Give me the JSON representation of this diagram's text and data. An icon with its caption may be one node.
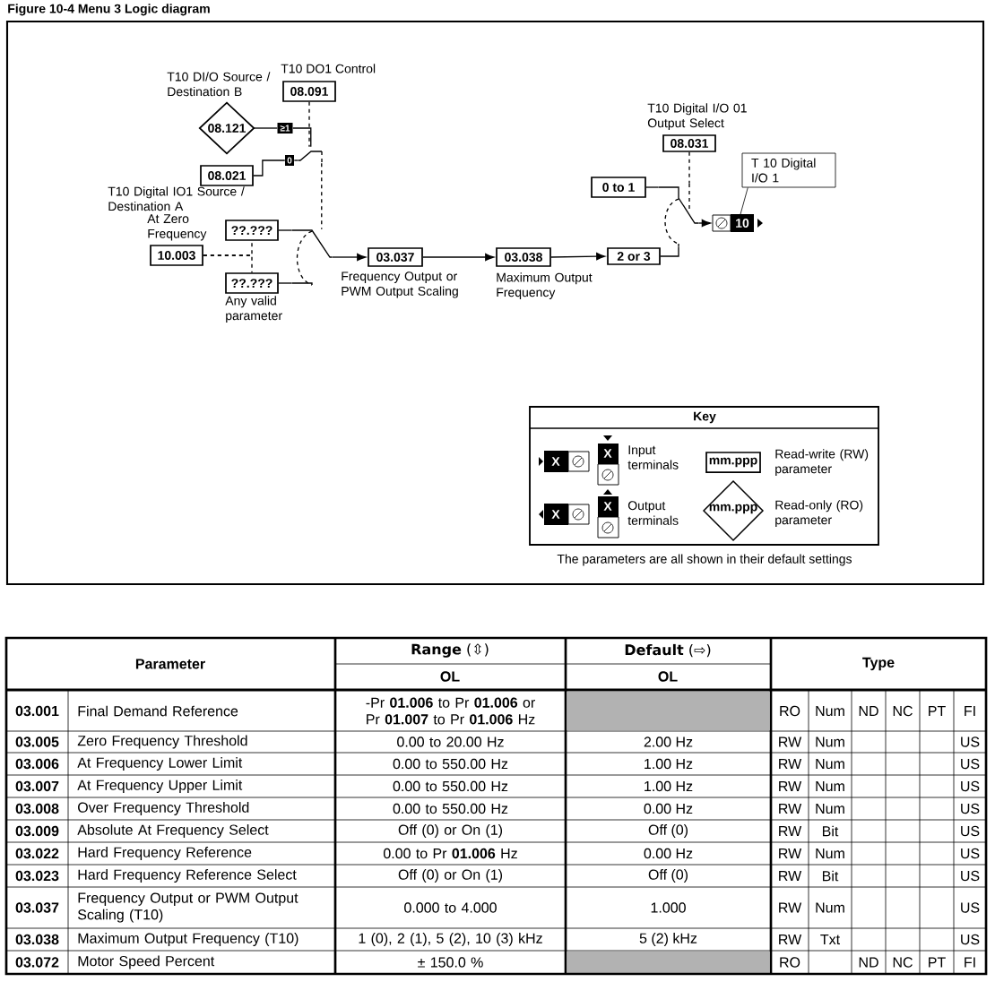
{
  "diagram": {
    "title": "Figure 10-4 Menu 3 Logic diagram",
    "nodes": [
      {
        "text": [
          "T10 DO1 Control",
          "08.091"
        ]
      },
      {
        "text": [
          "T10 DI/O Source / Destination B",
          "08.121"
        ]
      },
      {
        "text": [
          "≥1"
        ]
      },
      {
        "text": [
          "0"
        ]
      },
      {
        "text": [
          "08.021",
          "T10 Digital IO1 Source / Destination A"
        ]
      },
      {
        "text": [
          "??.???"
        ]
      },
      {
        "text": [
          "At Zero Frequency",
          "10.003"
        ]
      },
      {
        "text": [
          "??.???",
          "Any valid parameter"
        ]
      },
      {
        "text": [
          "03.037",
          "Frequency Output or PWM Output Scaling"
        ]
      },
      {
        "text": [
          "03.038",
          "Maximum Output Frequency"
        ]
      },
      {
        "text": [
          "2 or 3"
        ]
      },
      {
        "text": [
          "0 to 1"
        ]
      },
      {
        "text": [
          "T10 Digital I/O 01 Output Select",
          "08.031"
        ]
      },
      {
        "text": [
          "10"
        ]
      },
      {
        "text": [
          "T 10 Digital I/O 1"
        ]
      },
      {
        "text": [],
        "shape": "switch"
      },
      {
        "text": [],
        "shape": "switch"
      },
      {
        "text": [],
        "shape": "switch"
      }
    ],
    "edges": [
      {
        "from": 1,
        "to": 2,
        "arrow": "none"
      },
      {
        "from": 4,
        "to": 3,
        "arrow": "none"
      },
      {
        "from": 0,
        "to": 15,
        "arrow": "none",
        "style": "dashed"
      },
      {
        "from": 2,
        "to": 15,
        "arrow": "none"
      },
      {
        "from": 3,
        "to": 15,
        "arrow": "none"
      },
      {
        "from": 15,
        "to": 16,
        "arrow": "none",
        "style": "dashed"
      },
      {
        "from": 5,
        "to": 16,
        "arrow": "none"
      },
      {
        "from": 7,
        "to": 16,
        "arrow": "none"
      },
      {
        "from": 6,
        "to": 5,
        "arrow": "none",
        "style": "dashed"
      },
      {
        "from": 6,
        "to": 7,
        "arrow": "none",
        "style": "dashed"
      },
      {
        "from": 16,
        "to": 8,
        "arrow": "to"
      },
      {
        "from": 8,
        "to": 9,
        "arrow": "to"
      },
      {
        "from": 9,
        "to": 10,
        "arrow": "to"
      },
      {
        "from": 10,
        "to": 17,
        "arrow": "none"
      },
      {
        "from": 11,
        "to": 17,
        "arrow": "none"
      },
      {
        "from": 12,
        "to": 17,
        "arrow": "none",
        "style": "dashed"
      },
      {
        "from": 17,
        "to": 13,
        "arrow": "to"
      },
      {
        "from": 14,
        "to": 13,
        "arrow": "none"
      }
    ],
    "labels": [
      "Key",
      "X",
      "X",
      "mm.ppp",
      "X",
      "X",
      "mm.ppp",
      "The parameters are all shown in their default settings",
      "Parameter",
      "**Range** (⇳)",
      "**Default** (⇨)",
      "Type",
      "OL",
      "OL",
      "03.001",
      "Final Demand Reference",
      "-Pr **01.006** to Pr **01.006** or Pr **01.007** to Pr **01.006** Hz",
      "RO",
      "Num",
      "ND",
      "NC",
      "PT",
      "FI",
      "03.005",
      "Zero Frequency Threshold",
      "0.00 to 20.00 Hz",
      "2.00 Hz",
      "RW",
      "Num",
      "US",
      "03.006",
      "At Frequency Lower Limit",
      "0.00 to 550.00 Hz",
      "1.00 Hz",
      "RW",
      "Num",
      "US",
      "03.007",
      "At Frequency Upper Limit",
      "0.00 to 550.00 Hz",
      "1.00 Hz",
      "RW",
      "Num",
      "US",
      "03.008",
      "Over Frequency Threshold",
      "0.00 to 550.00 Hz",
      "0.00 Hz",
      "RW",
      "Num",
      "US",
      "03.009",
      "Absolute At Frequency Select",
      "Off (0) or On (1)",
      "Off (0)",
      "RW",
      "Bit",
      "US",
      "03.022",
      "Hard Frequency Reference",
      "0.00 to Pr **01.006** Hz",
      "0.00 Hz",
      "RW",
      "Num",
      "US",
      "03.023",
      "Hard Frequency Reference Select",
      "Off (0) or On (1)",
      "Off (0)",
      "RW",
      "Bit",
      "US",
      "03.037",
      "Frequency Output or PWM Output Scaling (T10)",
      "0.000 to 4.000",
      "1.000",
      "RW",
      "Num",
      "US",
      "03.038",
      "Maximum Output Frequency (T10)",
      "1 (0), 2 (1), 5 (2), 10 (3) kHz",
      "5 (2) kHz",
      "RW",
      "Txt",
      "US",
      "03.072",
      "Motor Speed Percent",
      "± 150.0 %",
      "RO",
      "ND",
      "NC",
      "PT",
      "FI"
    ],
    "legend": [
      {
        "text": "Input terminals"
      },
      {
        "text": "Read-write (RW) parameter"
      },
      {
        "text": "Output terminals"
      },
      {
        "text": "Read-only (RO) parameter"
      }
    ]
  }
}
